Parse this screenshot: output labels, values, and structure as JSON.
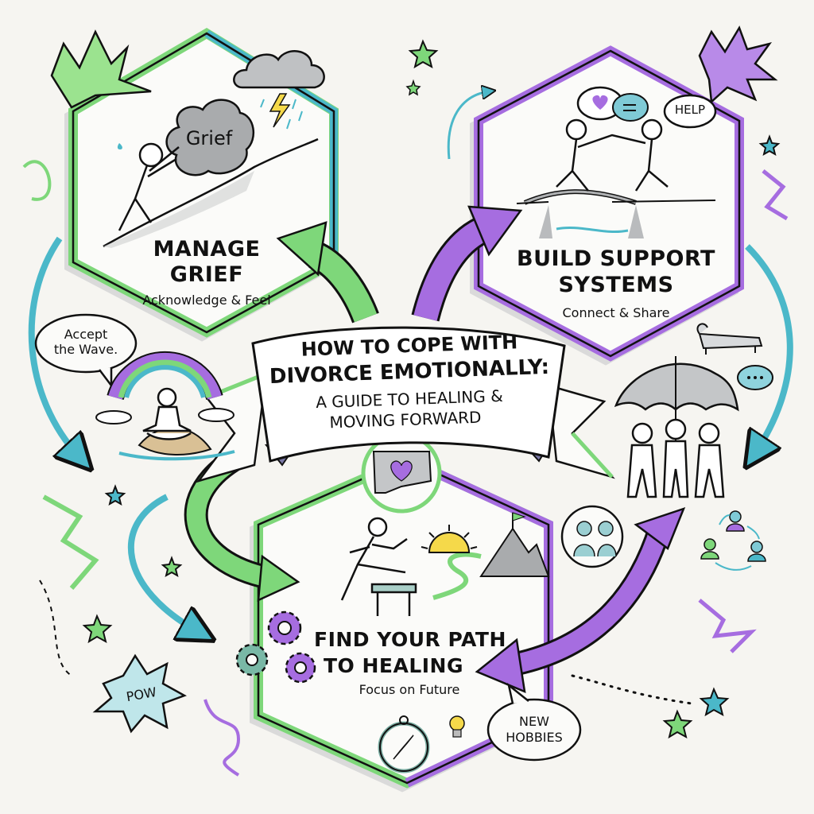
{
  "title": {
    "line1": "HOW TO COPE WITH",
    "line2": "DIVORCE EMOTIONALLY:",
    "line3": "A GUIDE TO HEALING &",
    "line4": "MOVING FORWARD"
  },
  "sections": [
    {
      "id": "manage-grief",
      "title_line1": "MANAGE",
      "title_line2": "GRIEF",
      "subtitle": "Acknowledge & Feel",
      "illustration_label": "Grief",
      "border_color": "#7ed77a",
      "accent_color": "#4bb8c9"
    },
    {
      "id": "build-support",
      "title_line1": "BUILD SUPPORT",
      "title_line2": "SYSTEMS",
      "subtitle": "Connect & Share",
      "illustration_label": "HELP",
      "border_color": "#a66de0"
    },
    {
      "id": "find-path",
      "title_line1": "FIND YOUR PATH",
      "title_line2": "TO HEALING",
      "subtitle": "Focus on Future",
      "border_color_left": "#7ed77a",
      "border_color_right": "#a66de0"
    }
  ],
  "callouts": {
    "accept_wave_line1": "Accept",
    "accept_wave_line2": "the Wave.",
    "new_hobbies_line1": "NEW",
    "new_hobbies_line2": "HOBBIES",
    "pow": "POW"
  },
  "icons": [
    "storm-cloud-icon",
    "lightning-icon",
    "meditating-person-icon",
    "rainbow-icon",
    "heart-speech-bubble-icon",
    "chat-bubble-icon",
    "bridge-icon",
    "couch-icon",
    "umbrella-group-icon",
    "therapy-circle-icon",
    "people-cycle-icon",
    "broken-heart-map-icon",
    "hurdle-runner-icon",
    "sun-icon",
    "mountain-flag-icon",
    "gears-icon",
    "compass-icon",
    "lightbulb-icon",
    "star-icon"
  ],
  "colors": {
    "background": "#f6f5f1",
    "green": "#7ed77a",
    "purple": "#a66de0",
    "teal": "#4bb8c9",
    "ink": "#111111",
    "grey": "#b9bbbd",
    "yellow": "#f5d94a"
  }
}
